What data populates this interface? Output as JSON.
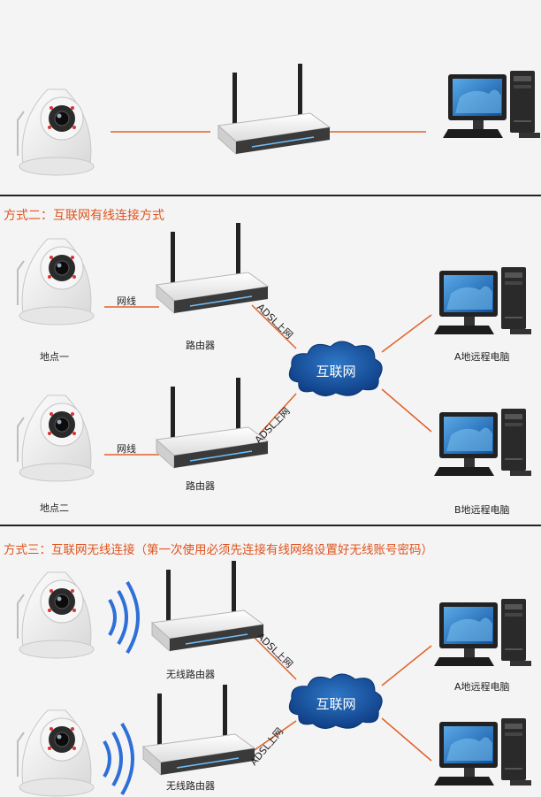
{
  "section_titles": {
    "mode2": "方式二：互联网有线连接方式",
    "mode3": "方式三：互联网无线连接（第一次使用必须先连接有线网络设置好无线账号密码）"
  },
  "labels": {
    "cable": "网线",
    "router": "路由器",
    "wireless_router": "无线路由器",
    "adsl": "ADSL上网",
    "internet": "互联网",
    "location_one": "地点一",
    "location_two": "地点二",
    "remote_pc_a": "A地远程电脑",
    "remote_pc_b": "B地远程电脑"
  },
  "colors": {
    "link_line": "#e0622a",
    "heading": "#e0531d",
    "cloud": "#1d5aa6",
    "wifi_waves": "#2e6fd8"
  },
  "icons": [
    "ip-camera-icon",
    "router-icon",
    "desktop-computer-icon",
    "internet-cloud-icon",
    "wifi-signal-icon"
  ]
}
